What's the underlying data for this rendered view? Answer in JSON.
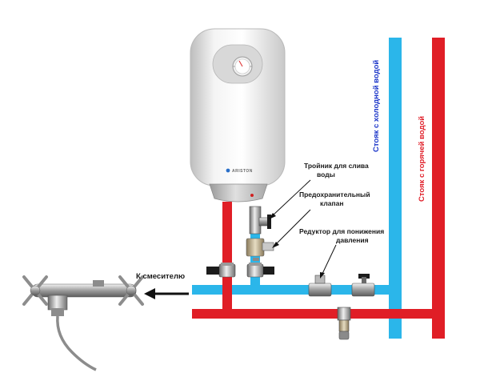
{
  "labels": {
    "cold_riser": "Стояк с холодной водой",
    "hot_riser": "Стояк с горячей водой",
    "drain_tee_line1": "Тройник для слива",
    "drain_tee_line2": "воды",
    "safety_valve_line1": "Предохранительный",
    "safety_valve_line2": "клапан",
    "reducer_line1": "Редуктор для понижения",
    "reducer_line2": "давления",
    "to_mixer": "К смесителю"
  },
  "heater": {
    "brand": "ARISTON"
  },
  "colors": {
    "cold_pipe": "#2bb6ea",
    "hot_pipe": "#e01e26",
    "cold_text": "#1b35c9",
    "hot_text": "#e0202a",
    "heater_body": "#e9e9e9"
  }
}
